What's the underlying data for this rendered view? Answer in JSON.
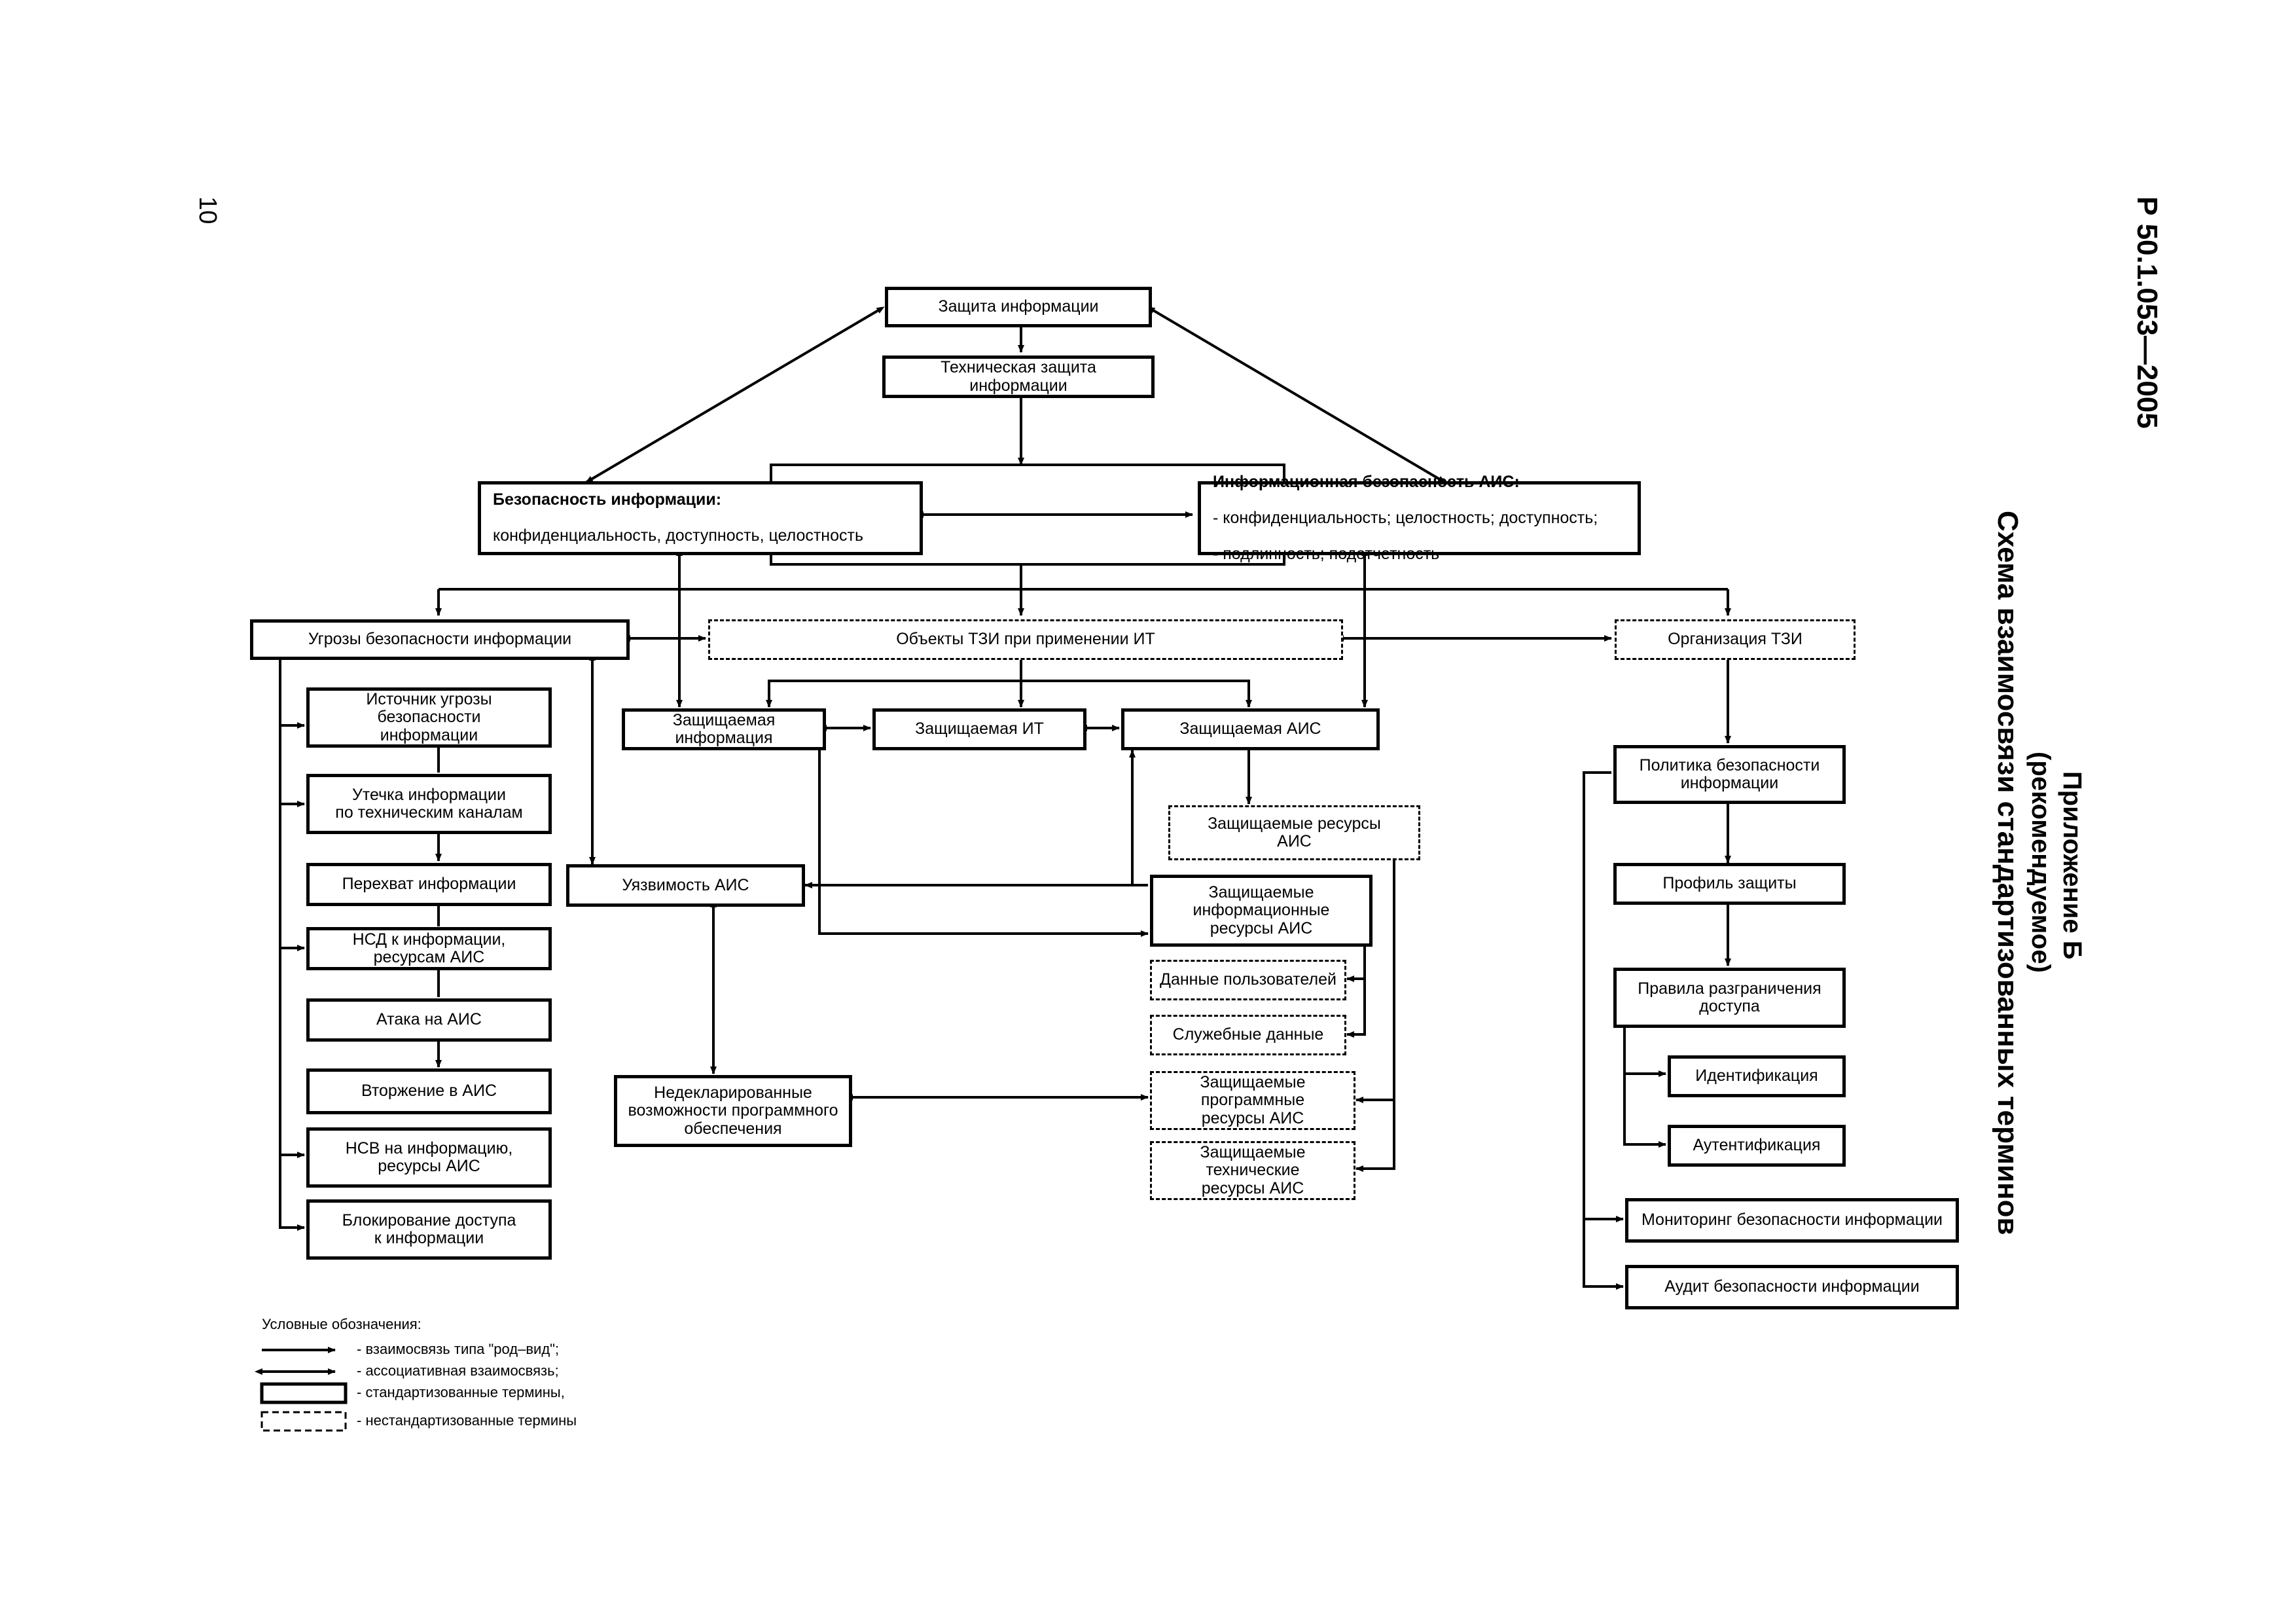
{
  "header": {
    "doc_code": "Р 50.1.053—2005",
    "page_number": "10",
    "annex": "Приложение Б",
    "annex_status": "(рекомендуемое)",
    "title": "Схема взаимосвязи стандартизованных терминов"
  },
  "nodes": {
    "zashchita": "Защита информации",
    "tzi": "Техническая защита информации",
    "bez_info_title": "Безопасность информации:",
    "bez_info_text": "конфиденциальность, доступность, целостность",
    "ib_ais_title": "Информационная безопасность АИС:",
    "ib_ais_line1": "- конфиденциальность; целостность; доступность;",
    "ib_ais_line2": "- подлинность; подотчетность",
    "ugrozy": "Угрозы безопасности информации",
    "obekty": "Объекты ТЗИ при применении ИТ",
    "organizaciya": "Организация ТЗИ",
    "istochnik": "Источник угрозы безопасности\nинформации",
    "utechka": "Утечка информации\nпо техническим каналам",
    "perehvat": "Перехват информации",
    "nsd": "НСД к информации,\nресурсам АИС",
    "ataka": "Атака на АИС",
    "vtorzhenie": "Вторжение в АИС",
    "nsv": "НСВ на информацию,\nресурсы АИС",
    "blokirovanie": "Блокирование доступа\nк информации",
    "zashch_info": "Защищаемая информация",
    "zashch_it": "Защищаемая ИТ",
    "zashch_ais": "Защищаемая АИС",
    "zashch_res": "Защищаемые ресурсы\nАИС",
    "uyazvimost": "Уязвимость АИС",
    "zashch_inf_res": "Защищаемые\nинформационные\nресурсы АИС",
    "dannye_polz": "Данные пользователей",
    "sluzh_dannye": "Служебные данные",
    "nedekl": "Недекларированные\nвозможности программного\nобеспечения",
    "zashch_prog": "Защищаемые программные\nресурсы АИС",
    "zashch_tech": "Защищаемые технические\nресурсы АИС",
    "politika": "Политика безопасности\nинформации",
    "profil": "Профиль защиты",
    "pravila": "Правила разграничения\nдоступа",
    "identifikaciya": "Идентификация",
    "autentifikaciya": "Аутентификация",
    "monitoring": "Мониторинг безопасности информации",
    "audit": "Аудит безопасности информации"
  },
  "legend": {
    "title": "Условные обозначения:",
    "genus_species": "- взаимосвязь типа \"род–вид\";",
    "associative": "- ассоциативная взаимосвязь;",
    "standardized": "- стандартизованные термины,",
    "nonstandardized": "- нестандартизованные термины"
  }
}
